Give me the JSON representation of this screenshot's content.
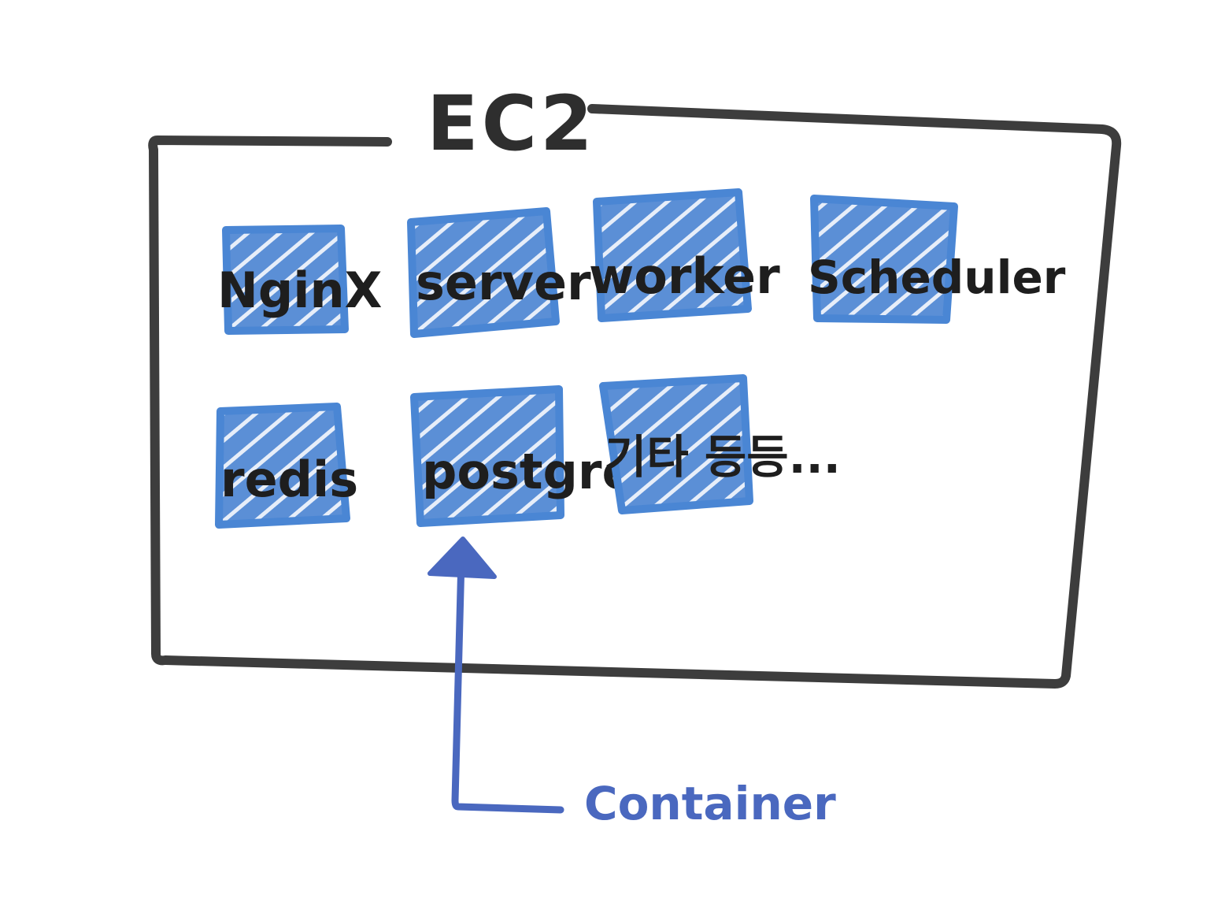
{
  "diagram": {
    "host": {
      "label": "EC2"
    },
    "containers": [
      {
        "label": "NginX"
      },
      {
        "label": "server"
      },
      {
        "label": "worker"
      },
      {
        "label": "Scheduler"
      },
      {
        "label": "redis"
      },
      {
        "label": "postgre"
      },
      {
        "label": "기타 등등..."
      }
    ],
    "annotation": {
      "label": "Container"
    },
    "colors": {
      "frame": "#3d3d3d",
      "box_fill": "#5b8fd6",
      "box_stroke": "#4a86d4",
      "text": "#1e1e1e",
      "arrow": "#4a68bf"
    }
  }
}
